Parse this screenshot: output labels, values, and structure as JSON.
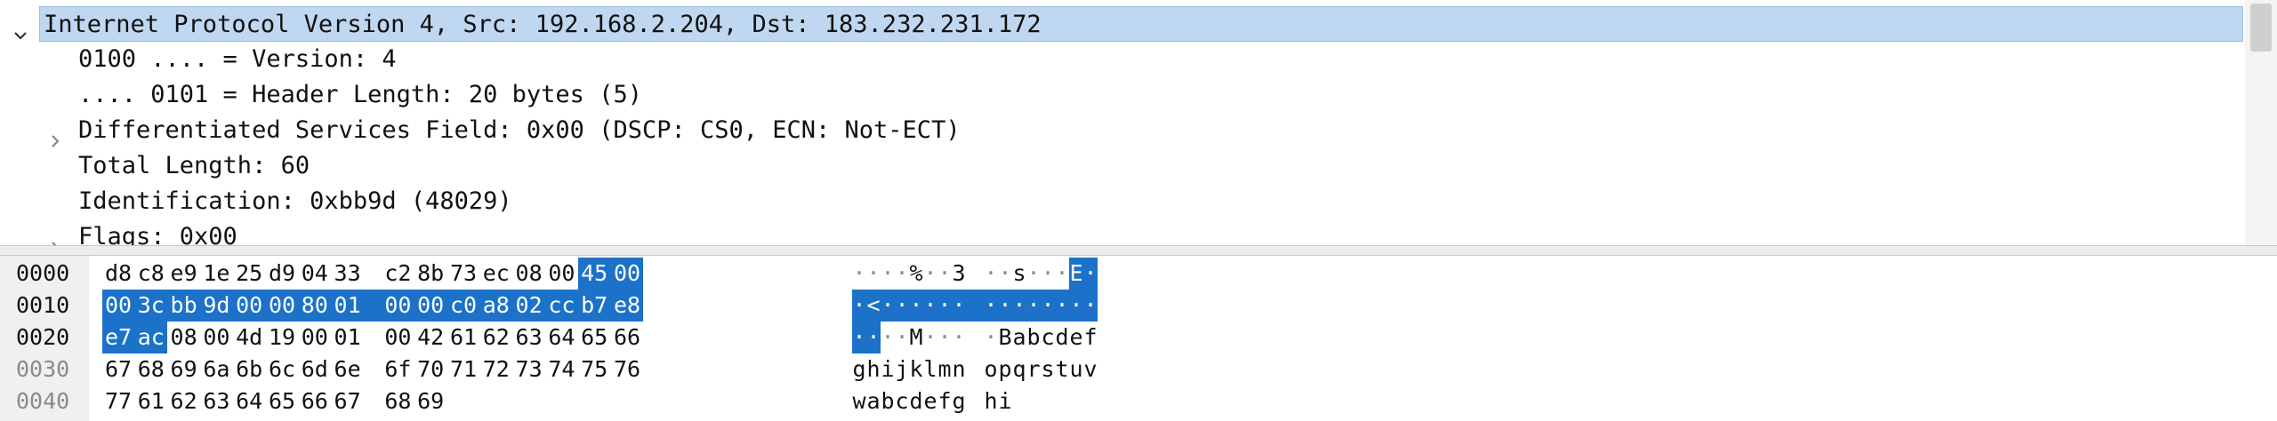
{
  "tree": {
    "rows": [
      {
        "text": "Internet Protocol Version 4, Src: 192.168.2.204, Dst: 183.232.231.172",
        "indent": 0,
        "expander": "expanded",
        "selected": true
      },
      {
        "text": "0100 .... = Version: 4",
        "indent": 1,
        "expander": "none",
        "selected": false
      },
      {
        "text": ".... 0101 = Header Length: 20 bytes (5)",
        "indent": 1,
        "expander": "none",
        "selected": false
      },
      {
        "text": "Differentiated Services Field: 0x00 (DSCP: CS0, ECN: Not-ECT)",
        "indent": 1,
        "expander": "collapsed",
        "selected": false
      },
      {
        "text": "Total Length: 60",
        "indent": 1,
        "expander": "none",
        "selected": false
      },
      {
        "text": "Identification: 0xbb9d (48029)",
        "indent": 1,
        "expander": "none",
        "selected": false
      },
      {
        "text": "Flags: 0x00",
        "indent": 1,
        "expander": "collapsed",
        "selected": false
      }
    ]
  },
  "bytes": {
    "rows": [
      {
        "offset": "0000",
        "dim": false,
        "hex": [
          "d8",
          "c8",
          "e9",
          "1e",
          "25",
          "d9",
          "04",
          "33",
          "c2",
          "8b",
          "73",
          "ec",
          "08",
          "00",
          "45",
          "00"
        ],
        "ascii": [
          "·",
          "·",
          "·",
          "·",
          "%",
          "·",
          "·",
          "3",
          "·",
          "·",
          "s",
          "·",
          "·",
          "·",
          "E",
          "·"
        ]
      },
      {
        "offset": "0010",
        "dim": false,
        "hex": [
          "00",
          "3c",
          "bb",
          "9d",
          "00",
          "00",
          "80",
          "01",
          "00",
          "00",
          "c0",
          "a8",
          "02",
          "cc",
          "b7",
          "e8"
        ],
        "ascii": [
          "·",
          "<",
          "·",
          "·",
          "·",
          "·",
          "·",
          "·",
          "·",
          "·",
          "·",
          "·",
          "·",
          "·",
          "·",
          "·"
        ]
      },
      {
        "offset": "0020",
        "dim": false,
        "hex": [
          "e7",
          "ac",
          "08",
          "00",
          "4d",
          "19",
          "00",
          "01",
          "00",
          "42",
          "61",
          "62",
          "63",
          "64",
          "65",
          "66"
        ],
        "ascii": [
          "·",
          "·",
          "·",
          "·",
          "M",
          "·",
          "·",
          "·",
          "·",
          "B",
          "a",
          "b",
          "c",
          "d",
          "e",
          "f"
        ]
      },
      {
        "offset": "0030",
        "dim": true,
        "hex": [
          "67",
          "68",
          "69",
          "6a",
          "6b",
          "6c",
          "6d",
          "6e",
          "6f",
          "70",
          "71",
          "72",
          "73",
          "74",
          "75",
          "76"
        ],
        "ascii": [
          "g",
          "h",
          "i",
          "j",
          "k",
          "l",
          "m",
          "n",
          "o",
          "p",
          "q",
          "r",
          "s",
          "t",
          "u",
          "v"
        ]
      },
      {
        "offset": "0040",
        "dim": true,
        "hex": [
          "77",
          "61",
          "62",
          "63",
          "64",
          "65",
          "66",
          "67",
          "68",
          "69"
        ],
        "ascii": [
          "w",
          "a",
          "b",
          "c",
          "d",
          "e",
          "f",
          "g",
          "h",
          "i"
        ]
      }
    ],
    "highlight": {
      "start": 14,
      "end": 33
    }
  },
  "colors": {
    "selected_row_bg": "#bfd7f1",
    "byte_highlight": "#1b72c8",
    "dim_offset": "#8a8a8a"
  }
}
